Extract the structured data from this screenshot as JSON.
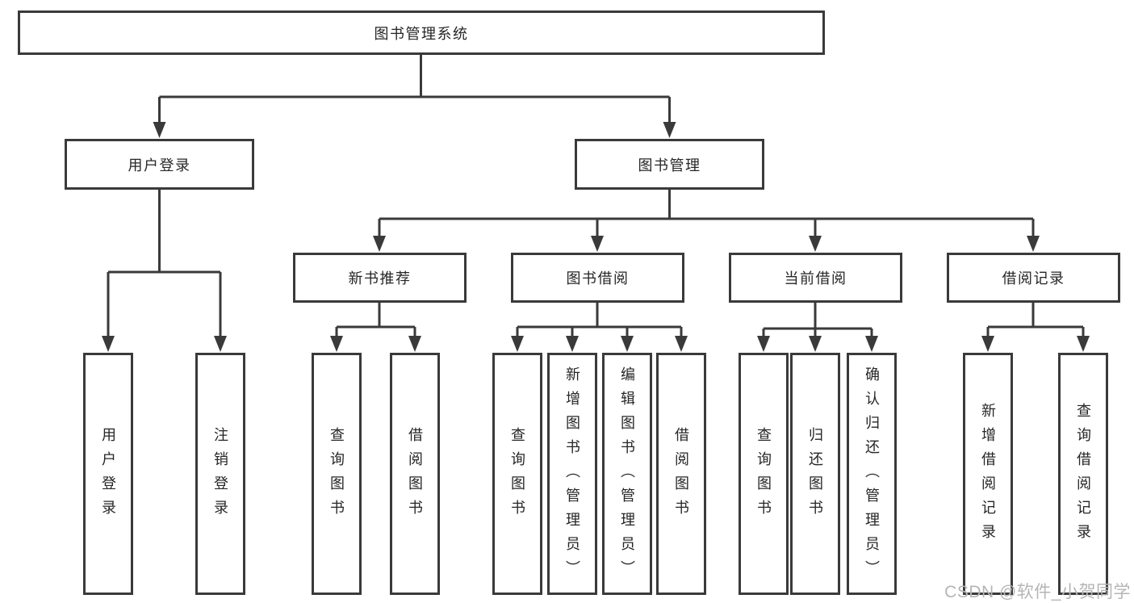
{
  "colors": {
    "line": "#3a3a3a",
    "box_border": "#3a3a3a",
    "text": "#262626",
    "watermark": "#b5b5b5",
    "background": "#ffffff"
  },
  "tree": {
    "root": {
      "label": "图书管理系统"
    },
    "branches": [
      {
        "label": "用户登录",
        "children": [
          {
            "label": "用户登录"
          },
          {
            "label": "注销登录"
          }
        ]
      },
      {
        "label": "图书管理",
        "children": [
          {
            "label": "新书推荐",
            "children": [
              {
                "label": "查询图书"
              },
              {
                "label": "借阅图书"
              }
            ]
          },
          {
            "label": "图书借阅",
            "children": [
              {
                "label": "查询图书"
              },
              {
                "label": "新增图书（管理员）"
              },
              {
                "label": "编辑图书（管理员）"
              },
              {
                "label": "借阅图书"
              }
            ]
          },
          {
            "label": "当前借阅",
            "children": [
              {
                "label": "查询图书"
              },
              {
                "label": "归还图书"
              },
              {
                "label": "确认归还（管理员）"
              }
            ]
          },
          {
            "label": "借阅记录",
            "children": [
              {
                "label": "新增借阅记录"
              },
              {
                "label": "查询借阅记录"
              }
            ]
          }
        ]
      }
    ]
  },
  "watermark": {
    "text": "CSDN @软件_小贺同学"
  }
}
